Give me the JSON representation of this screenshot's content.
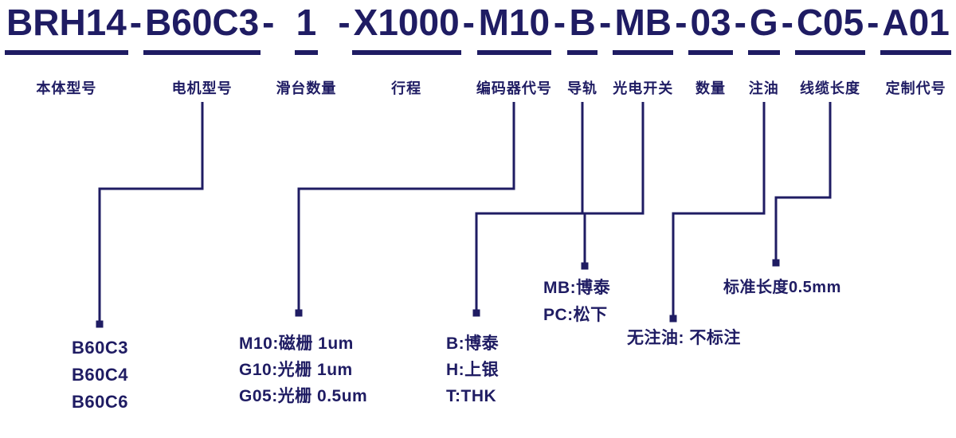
{
  "colors": {
    "ink": "#1f1c63",
    "background": "#ffffff"
  },
  "model_code": "BRH14-B60C3-1-X1000-M10-B-MB-03-G-C05-A01",
  "separator": "-",
  "segments": [
    {
      "code": "BRH14",
      "label": "本体型号"
    },
    {
      "code": "B60C3",
      "label": "电机型号",
      "options": [
        "B60C3",
        "B60C4",
        "B60C6"
      ]
    },
    {
      "code": "1",
      "label": "滑台数量"
    },
    {
      "code": "X1000",
      "label": "行程"
    },
    {
      "code": "M10",
      "label": "编码器代号",
      "options": [
        "M10:磁栅 1um",
        "G10:光栅 1um",
        "G05:光栅  0.5um"
      ]
    },
    {
      "code": "B",
      "label": "导轨",
      "options": [
        "B:博泰",
        "H:上银",
        "T:THK"
      ]
    },
    {
      "code": "MB",
      "label": "光电开关",
      "options": [
        "MB:博泰",
        "PC:松下"
      ]
    },
    {
      "code": "03",
      "label": "数量"
    },
    {
      "code": "G",
      "label": "注油",
      "options": [
        "无注油: 不标注"
      ]
    },
    {
      "code": "C05",
      "label": "线缆长度",
      "options": [
        "标准长度0.5mm"
      ]
    },
    {
      "code": "A01",
      "label": "定制代号"
    }
  ]
}
